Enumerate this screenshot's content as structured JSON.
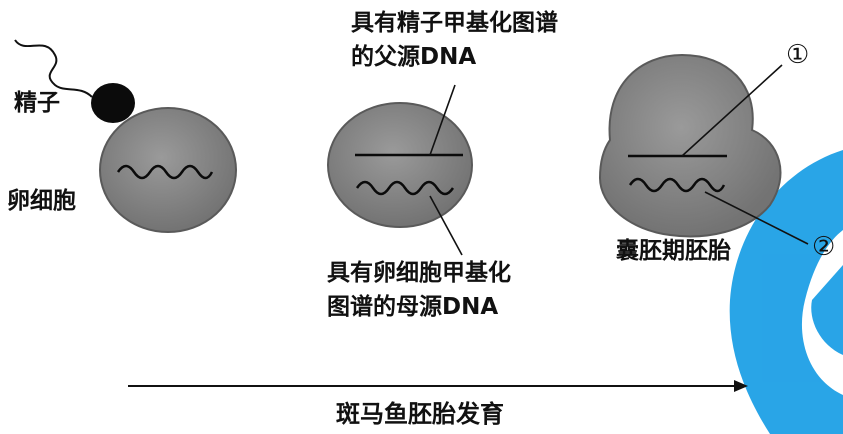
{
  "labels": {
    "sperm": "精子",
    "egg": "卵细胞",
    "paternal_dna_line1": "具有精子甲基化图谱",
    "paternal_dna_line2": "的父源DNA",
    "maternal_dna_line1": "具有卵细胞甲基化",
    "maternal_dna_line2": "图谱的母源DNA",
    "blastula": "囊胚期胚胎",
    "marker_1": "①",
    "marker_2": "②",
    "process": "斑马鱼胚胎发育"
  },
  "colors": {
    "cell_fill": "#8b8b8b",
    "cell_dark": "#6d6d6d",
    "ink": "#111111",
    "watermark": "#1ea0e6"
  }
}
